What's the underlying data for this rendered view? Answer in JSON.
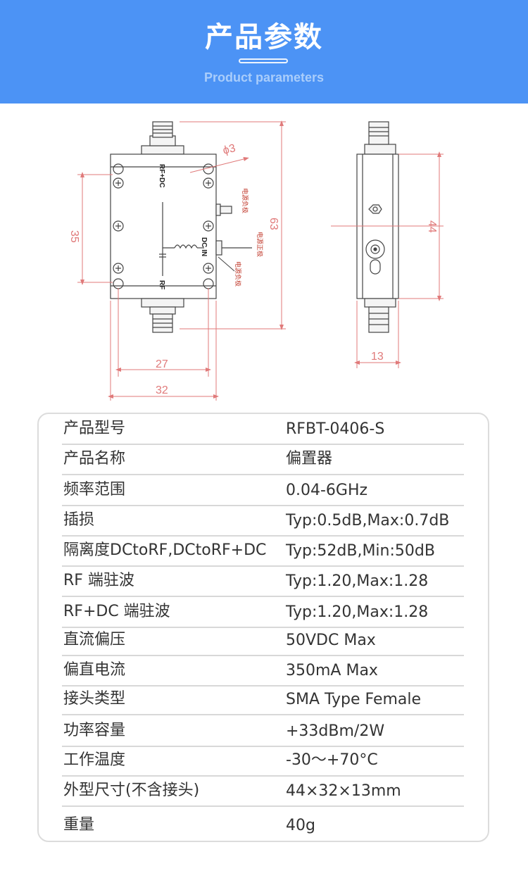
{
  "header": {
    "title": "产品参数",
    "subtitle": "Product parameters"
  },
  "drawing": {
    "labels": {
      "rf_dc": "RF+DC",
      "dc_in": "DC IN",
      "rf": "RF",
      "neg_top": "电源负极",
      "pos": "电源正极",
      "neg_bottom": "电源负极"
    },
    "dimensions": {
      "hole_dia": "ϕ3",
      "height_35": "35",
      "height_63": "63",
      "width_27": "27",
      "width_32": "32",
      "side_44": "44",
      "side_13": "13"
    }
  },
  "specs": [
    {
      "label": "产品型号",
      "value": "RFBT-0406-S"
    },
    {
      "label": "产品名称",
      "value": "偏置器"
    },
    {
      "label": "频率范围",
      "value": "0.04-6GHz"
    },
    {
      "label": "插损",
      "value": "Typ:0.5dB,Max:0.7dB"
    },
    {
      "label": "隔离度DCtoRF,DCtoRF+DC",
      "value": "Typ:52dB,Min:50dB"
    },
    {
      "label": "RF 端驻波",
      "value": "Typ:1.20,Max:1.28"
    },
    {
      "label": "RF+DC 端驻波",
      "value": "Typ:1.20,Max:1.28"
    },
    {
      "label": "直流偏压",
      "value": "50VDC Max"
    },
    {
      "label": "偏直电流",
      "value": "350mA Max"
    },
    {
      "label": "接头类型",
      "value": "SMA Type Female"
    },
    {
      "label": "功率容量",
      "value": "+33dBm/2W"
    },
    {
      "label": "工作温度",
      "value": "-30～+70°C"
    },
    {
      "label": "外型尺寸(不含接头)",
      "value": "44×32×13mm"
    },
    {
      "label": "重量",
      "value": "40g"
    }
  ],
  "colors": {
    "banner": "#4c93f5",
    "dimension": "#e07a7a"
  }
}
